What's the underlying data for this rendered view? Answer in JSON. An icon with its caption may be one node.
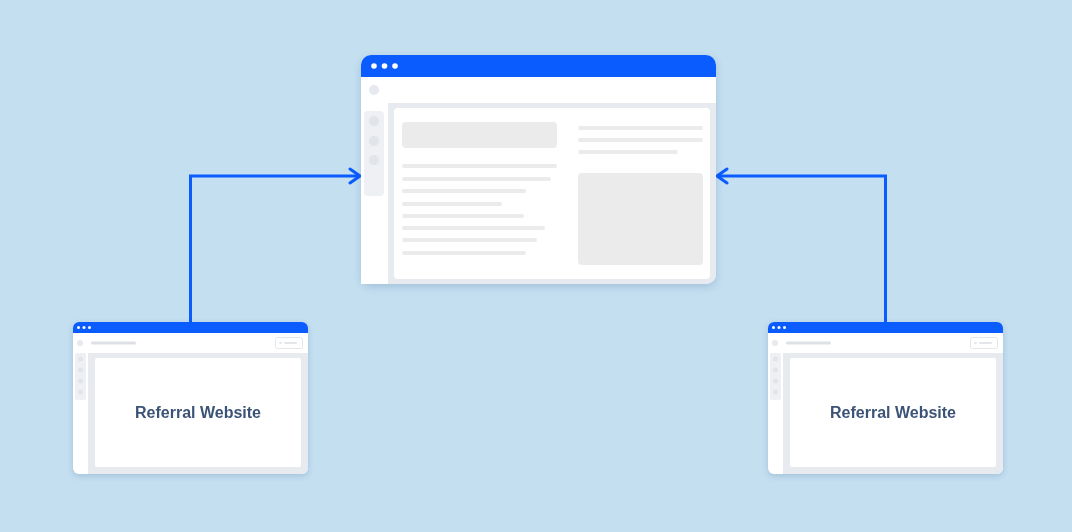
{
  "diagram": {
    "nodes": [
      {
        "text": [],
        "shape": "box"
      },
      {
        "text": [
          "Referral Website"
        ]
      },
      {
        "text": [
          "Referral Website"
        ]
      }
    ],
    "edges": [
      {
        "from": 1,
        "to": 0,
        "arrow": "to"
      },
      {
        "from": 2,
        "to": 0,
        "arrow": "to"
      }
    ]
  }
}
